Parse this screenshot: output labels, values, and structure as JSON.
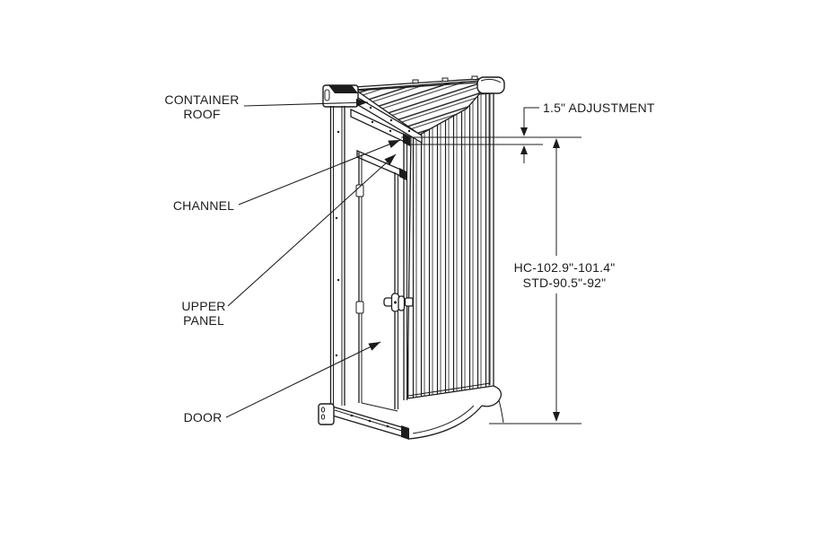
{
  "drawing": {
    "part_labels": {
      "container_roof": [
        "CONTAINER",
        "ROOF"
      ],
      "channel": "CHANNEL",
      "upper_panel": [
        "UPPER",
        "PANEL"
      ],
      "door": "DOOR"
    },
    "dimension_labels": {
      "adjustment": "1.5\" ADJUSTMENT",
      "door_height": [
        "HC-102.9\"-101.4\"",
        "STD-90.5\"-92\""
      ]
    },
    "colors": {
      "line": "#1c1c1c",
      "background": "#ffffff"
    }
  }
}
